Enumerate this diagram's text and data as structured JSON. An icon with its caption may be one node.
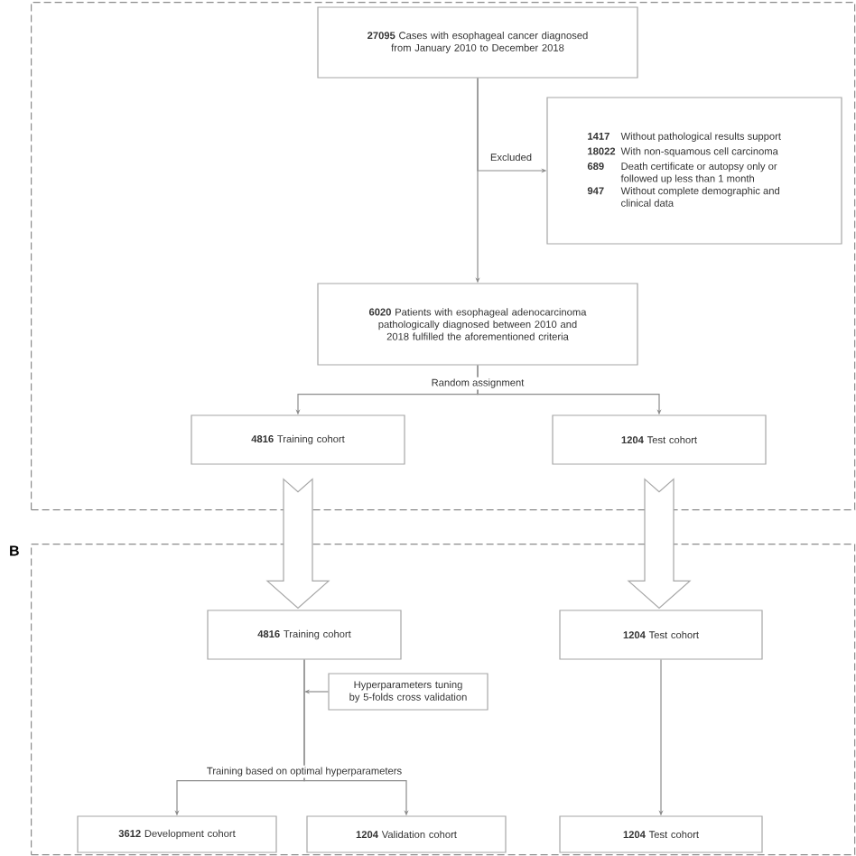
{
  "diagram": {
    "nodes": [
      {
        "text": [],
        "shape": "box"
      },
      {
        "text": [
          "**27095** Cases with esophageal cancer diagnosed from January 2010 to December 2018"
        ],
        "in": 0
      },
      {
        "text": [
          "1417",
          "Without pathological results support",
          "18022",
          "With non-squamous cell carcinoma",
          "689",
          "Death certificate or autopsy only or followed up less than 1 month",
          "947",
          "Without complete demographic and clinical data"
        ],
        "in": 0
      },
      {
        "text": [
          "**6020** Patients with esophageal adenocarcinoma pathologically diagnosed between 2010 and 2018 fulfilled the aforementioned criteria"
        ],
        "in": 0
      },
      {
        "text": [
          "**4816** Training cohort"
        ],
        "in": 0
      },
      {
        "text": [
          "**1204** Test cohort"
        ],
        "in": 0
      },
      {
        "text": [
          "B"
        ]
      },
      {
        "text": [
          "**4816** Training cohort"
        ],
        "in": 6
      },
      {
        "text": [
          "**1204** Test cohort"
        ],
        "in": 6
      },
      {
        "text": [
          "Hyperparameters tuning by 5-folds cross validation"
        ],
        "in": 6
      },
      {
        "text": [
          "**3612** Development cohort"
        ],
        "in": 6
      },
      {
        "text": [
          "**1204** Validation cohort"
        ],
        "in": 6
      },
      {
        "text": [
          "**1204** Test cohort"
        ],
        "in": 6
      }
    ],
    "edges": [
      {
        "from": 1,
        "to": 2,
        "arrow": "to",
        "label": "Excluded"
      },
      {
        "from": 1,
        "to": 3,
        "arrow": "to"
      },
      {
        "from": 3,
        "to": 4,
        "arrow": "to",
        "label": "Random assignment"
      },
      {
        "from": 3,
        "to": 5,
        "arrow": "to"
      },
      {
        "from": 4,
        "to": 7,
        "arrow": "to",
        "style": "thick"
      },
      {
        "from": 5,
        "to": 8,
        "arrow": "to",
        "style": "thick"
      },
      {
        "from": 9,
        "to": null,
        "arrow": "to"
      },
      {
        "from": 7,
        "to": 10,
        "arrow": "to",
        "label": "Training based on optimal hyperparameters"
      },
      {
        "from": 7,
        "to": 11,
        "arrow": "to"
      },
      {
        "from": 8,
        "to": 12,
        "arrow": "to"
      }
    ]
  }
}
